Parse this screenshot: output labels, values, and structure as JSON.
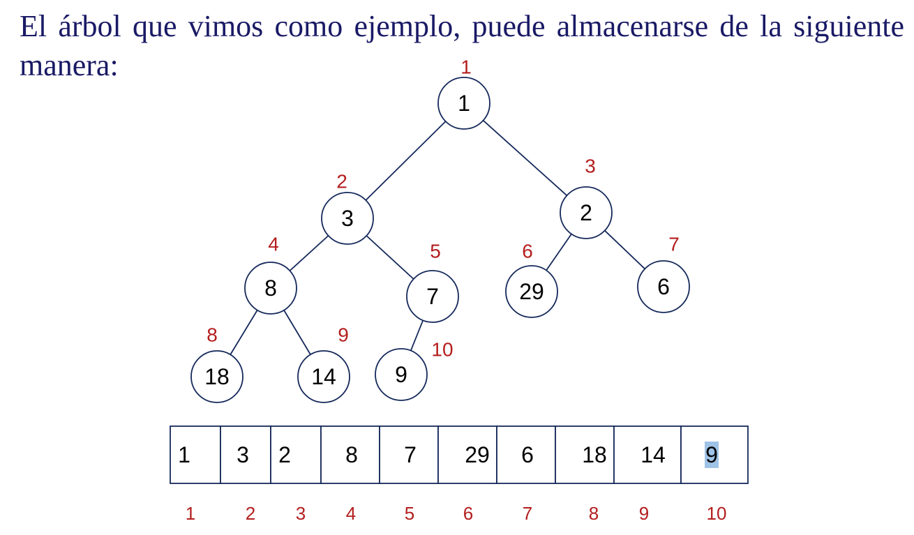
{
  "heading": {
    "text": "El árbol que vimos como ejemplo, puede almacenarse de la siguiente manera:"
  },
  "tree": {
    "nodes": [
      {
        "id": "n1",
        "value": "1",
        "index": "1"
      },
      {
        "id": "n2",
        "value": "3",
        "index": "2"
      },
      {
        "id": "n3",
        "value": "2",
        "index": "3"
      },
      {
        "id": "n4",
        "value": "8",
        "index": "4"
      },
      {
        "id": "n5",
        "value": "7",
        "index": "5"
      },
      {
        "id": "n6",
        "value": "29",
        "index": "6"
      },
      {
        "id": "n7",
        "value": "6",
        "index": "7"
      },
      {
        "id": "n8",
        "value": "18",
        "index": "8"
      },
      {
        "id": "n9",
        "value": "14",
        "index": "9"
      },
      {
        "id": "n10",
        "value": "9",
        "index": "10"
      }
    ],
    "edges": [
      [
        "n1",
        "n2"
      ],
      [
        "n1",
        "n3"
      ],
      [
        "n2",
        "n4"
      ],
      [
        "n2",
        "n5"
      ],
      [
        "n3",
        "n6"
      ],
      [
        "n3",
        "n7"
      ],
      [
        "n4",
        "n8"
      ],
      [
        "n4",
        "n9"
      ],
      [
        "n5",
        "n10"
      ]
    ]
  },
  "array": {
    "values": [
      "1",
      "3",
      "2",
      "8",
      "7",
      "29",
      "6",
      "18",
      "14",
      "9"
    ],
    "indices": [
      "1",
      "2",
      "3",
      "4",
      "5",
      "6",
      "7",
      "8",
      "9",
      "10"
    ],
    "highlighted_cell": "10"
  },
  "colors": {
    "heading": "#1a1a66",
    "lines": "#14285a",
    "index_labels": "#b41e1e",
    "highlight": "#9fc3e6"
  }
}
